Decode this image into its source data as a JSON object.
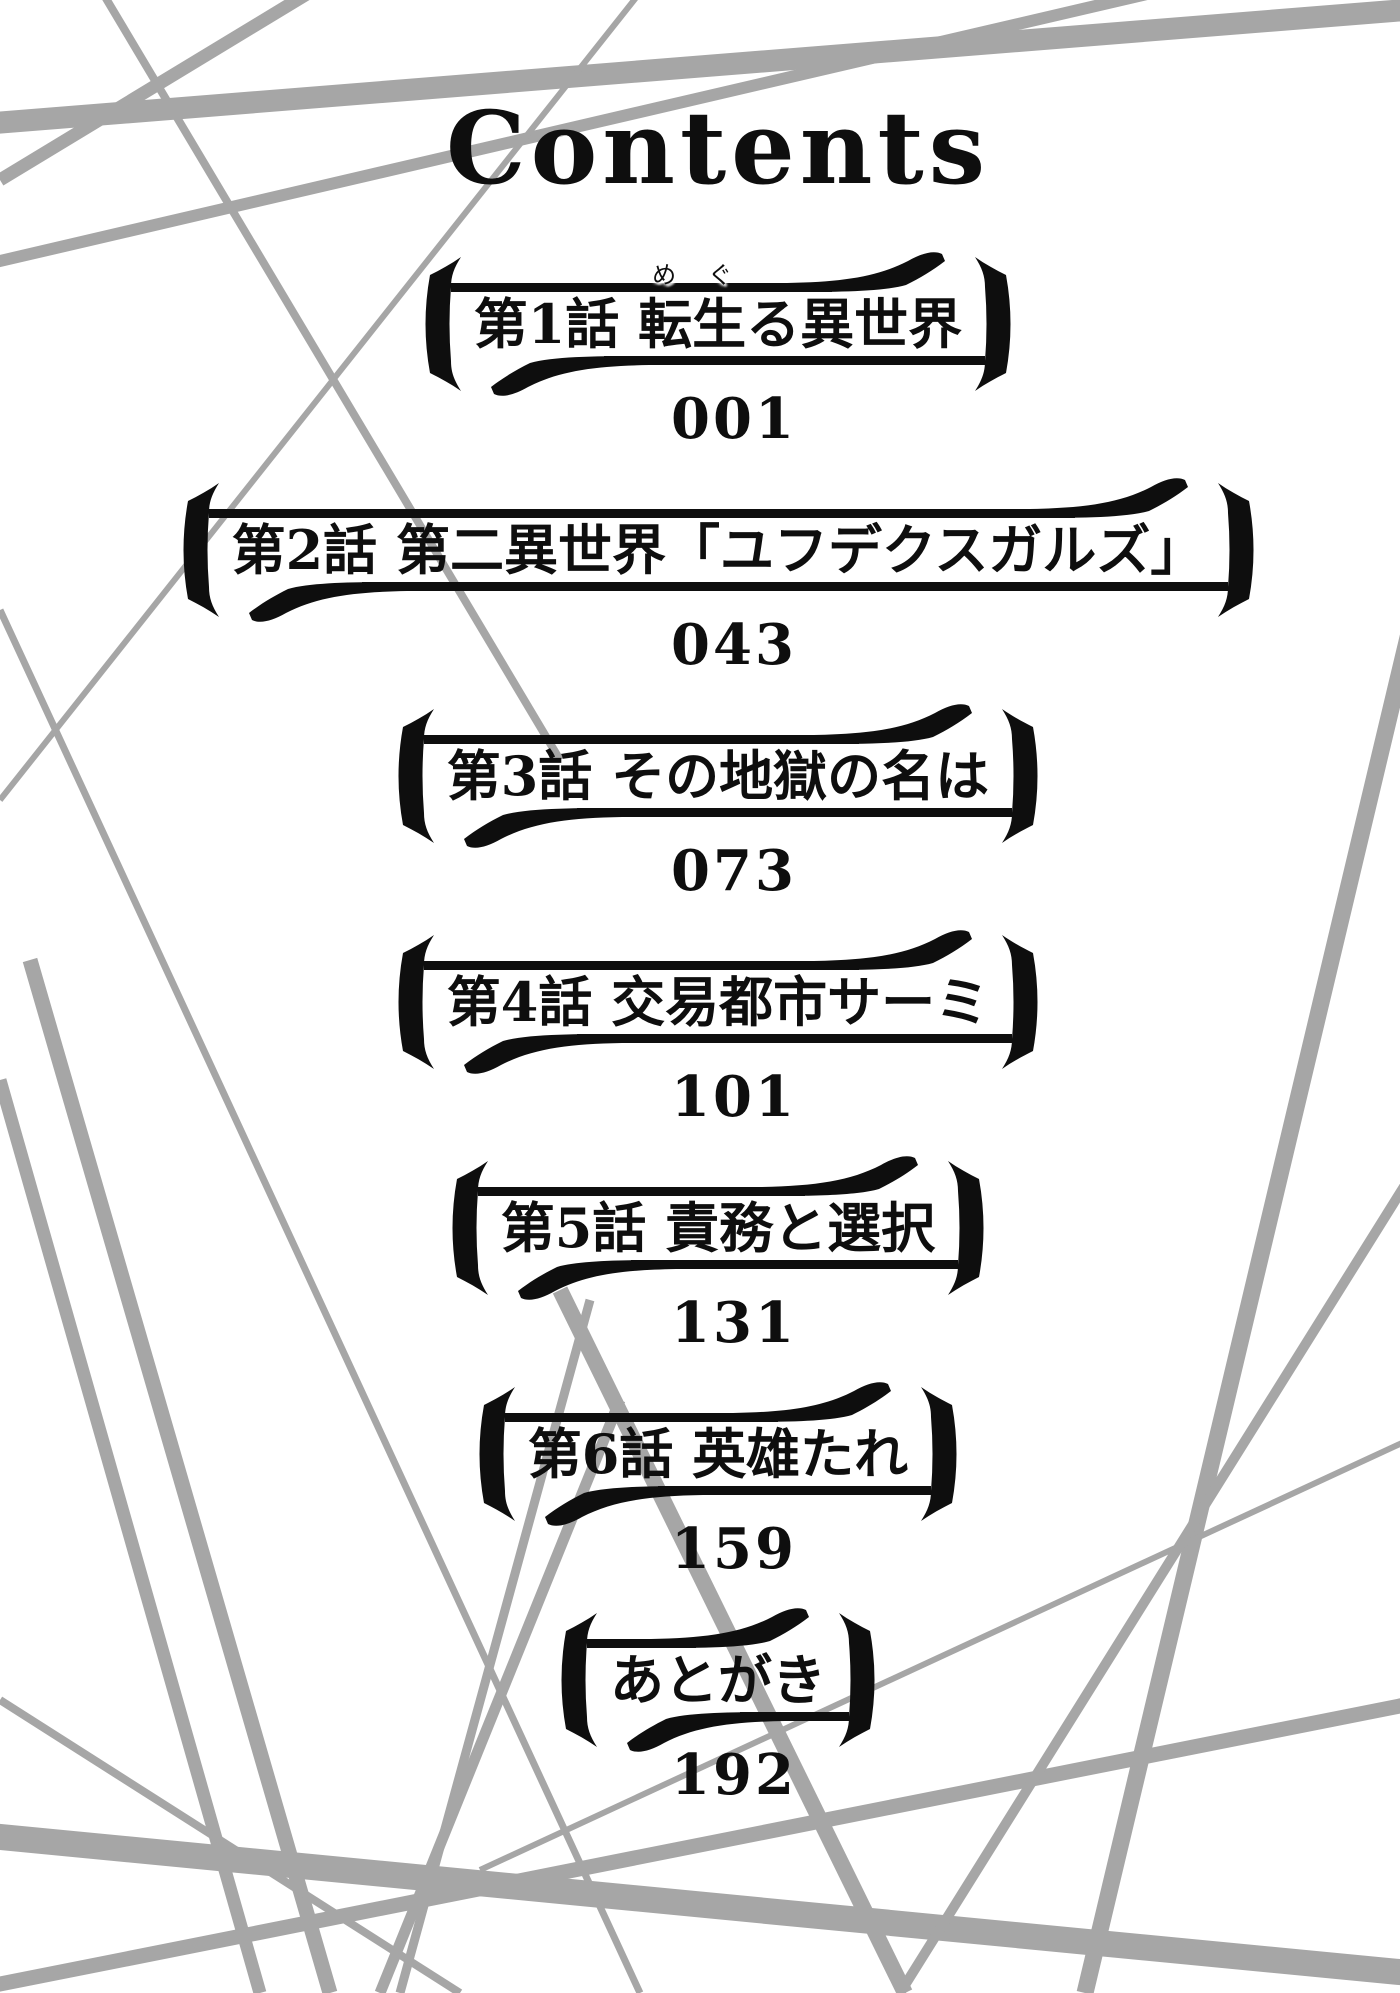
{
  "page_title": "Contents",
  "toc": {
    "entries": [
      {
        "label": "第1話 転生る異世界",
        "pre": "第1話 ",
        "ruby_base": "転生",
        "ruby_text": "めぐ",
        "post": "る異世界",
        "page": "001"
      },
      {
        "label": "第2話 第二異世界「ユフデクスガルズ」",
        "page": "043"
      },
      {
        "label": "第3話 その地獄の名は",
        "page": "073"
      },
      {
        "label": "第4話 交易都市サーミ",
        "page": "101"
      },
      {
        "label": "第5話 責務と選択",
        "page": "131"
      },
      {
        "label": "第6話 英雄たれ",
        "page": "159"
      },
      {
        "label": "あとがき",
        "page": "192"
      }
    ]
  },
  "colors": {
    "background": "#ffffff",
    "ink": "#0e0e0e",
    "line_gray": "#a6a6a6"
  }
}
